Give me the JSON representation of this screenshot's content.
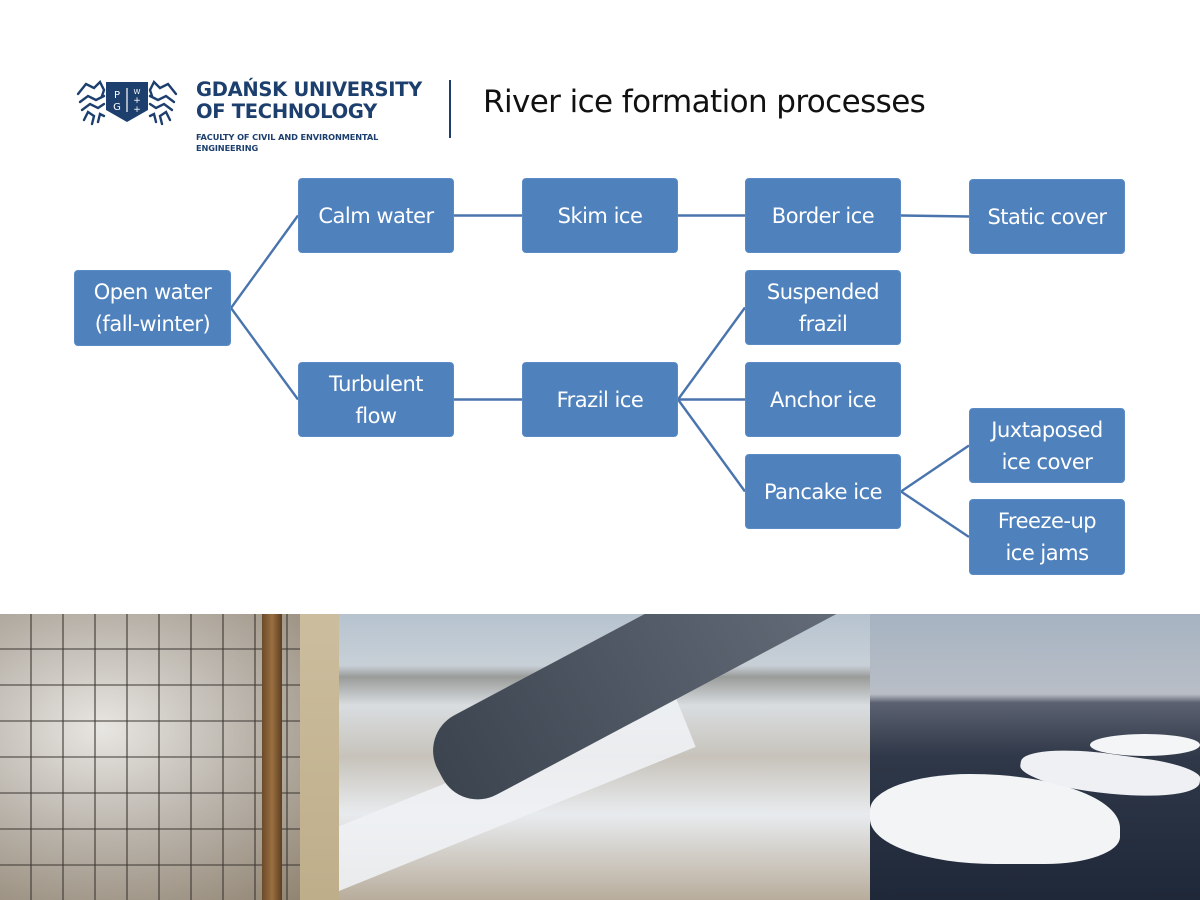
{
  "header": {
    "university_name_line1": "GDAŃSK UNIVERSITY",
    "university_name_line2": "OF TECHNOLOGY",
    "faculty_line1": "FACULTY OF CIVIL AND ENVIRONMENTAL",
    "faculty_line2": "ENGINEERING",
    "emblem_letters": [
      "P",
      "G",
      "W",
      "+",
      "+"
    ],
    "title": "River ice formation processes"
  },
  "colors": {
    "node_fill": "#4f81bd",
    "connector": "#4a74ad",
    "brand_navy": "#1c3f6e"
  },
  "diagram": {
    "nodes": {
      "open_water": "Open water\n(fall-winter)",
      "calm_water": "Calm water",
      "turbulent_flow": "Turbulent\nflow",
      "skim_ice": "Skim ice",
      "frazil_ice": "Frazil ice",
      "border_ice": "Border ice",
      "static_cover": "Static cover",
      "suspended_frazil": "Suspended\nfrazil",
      "anchor_ice": "Anchor ice",
      "pancake_ice": "Pancake ice",
      "juxtaposed_ice_cover": "Juxtaposed\nice cover",
      "freeze_up_ice_jams": "Freeze-up\nice jams"
    },
    "edges": [
      [
        "open_water",
        "calm_water"
      ],
      [
        "open_water",
        "turbulent_flow"
      ],
      [
        "calm_water",
        "skim_ice"
      ],
      [
        "skim_ice",
        "border_ice"
      ],
      [
        "border_ice",
        "static_cover"
      ],
      [
        "turbulent_flow",
        "frazil_ice"
      ],
      [
        "frazil_ice",
        "suspended_frazil"
      ],
      [
        "frazil_ice",
        "anchor_ice"
      ],
      [
        "frazil_ice",
        "pancake_ice"
      ],
      [
        "pancake_ice",
        "juxtaposed_ice_cover"
      ],
      [
        "pancake_ice",
        "freeze_up_ice_jams"
      ]
    ]
  },
  "photos": [
    {
      "subject": "frazil ice accumulated on wire mesh"
    },
    {
      "subject": "aerial view of river with ice floes"
    },
    {
      "subject": "ice floes on dark open water"
    }
  ]
}
